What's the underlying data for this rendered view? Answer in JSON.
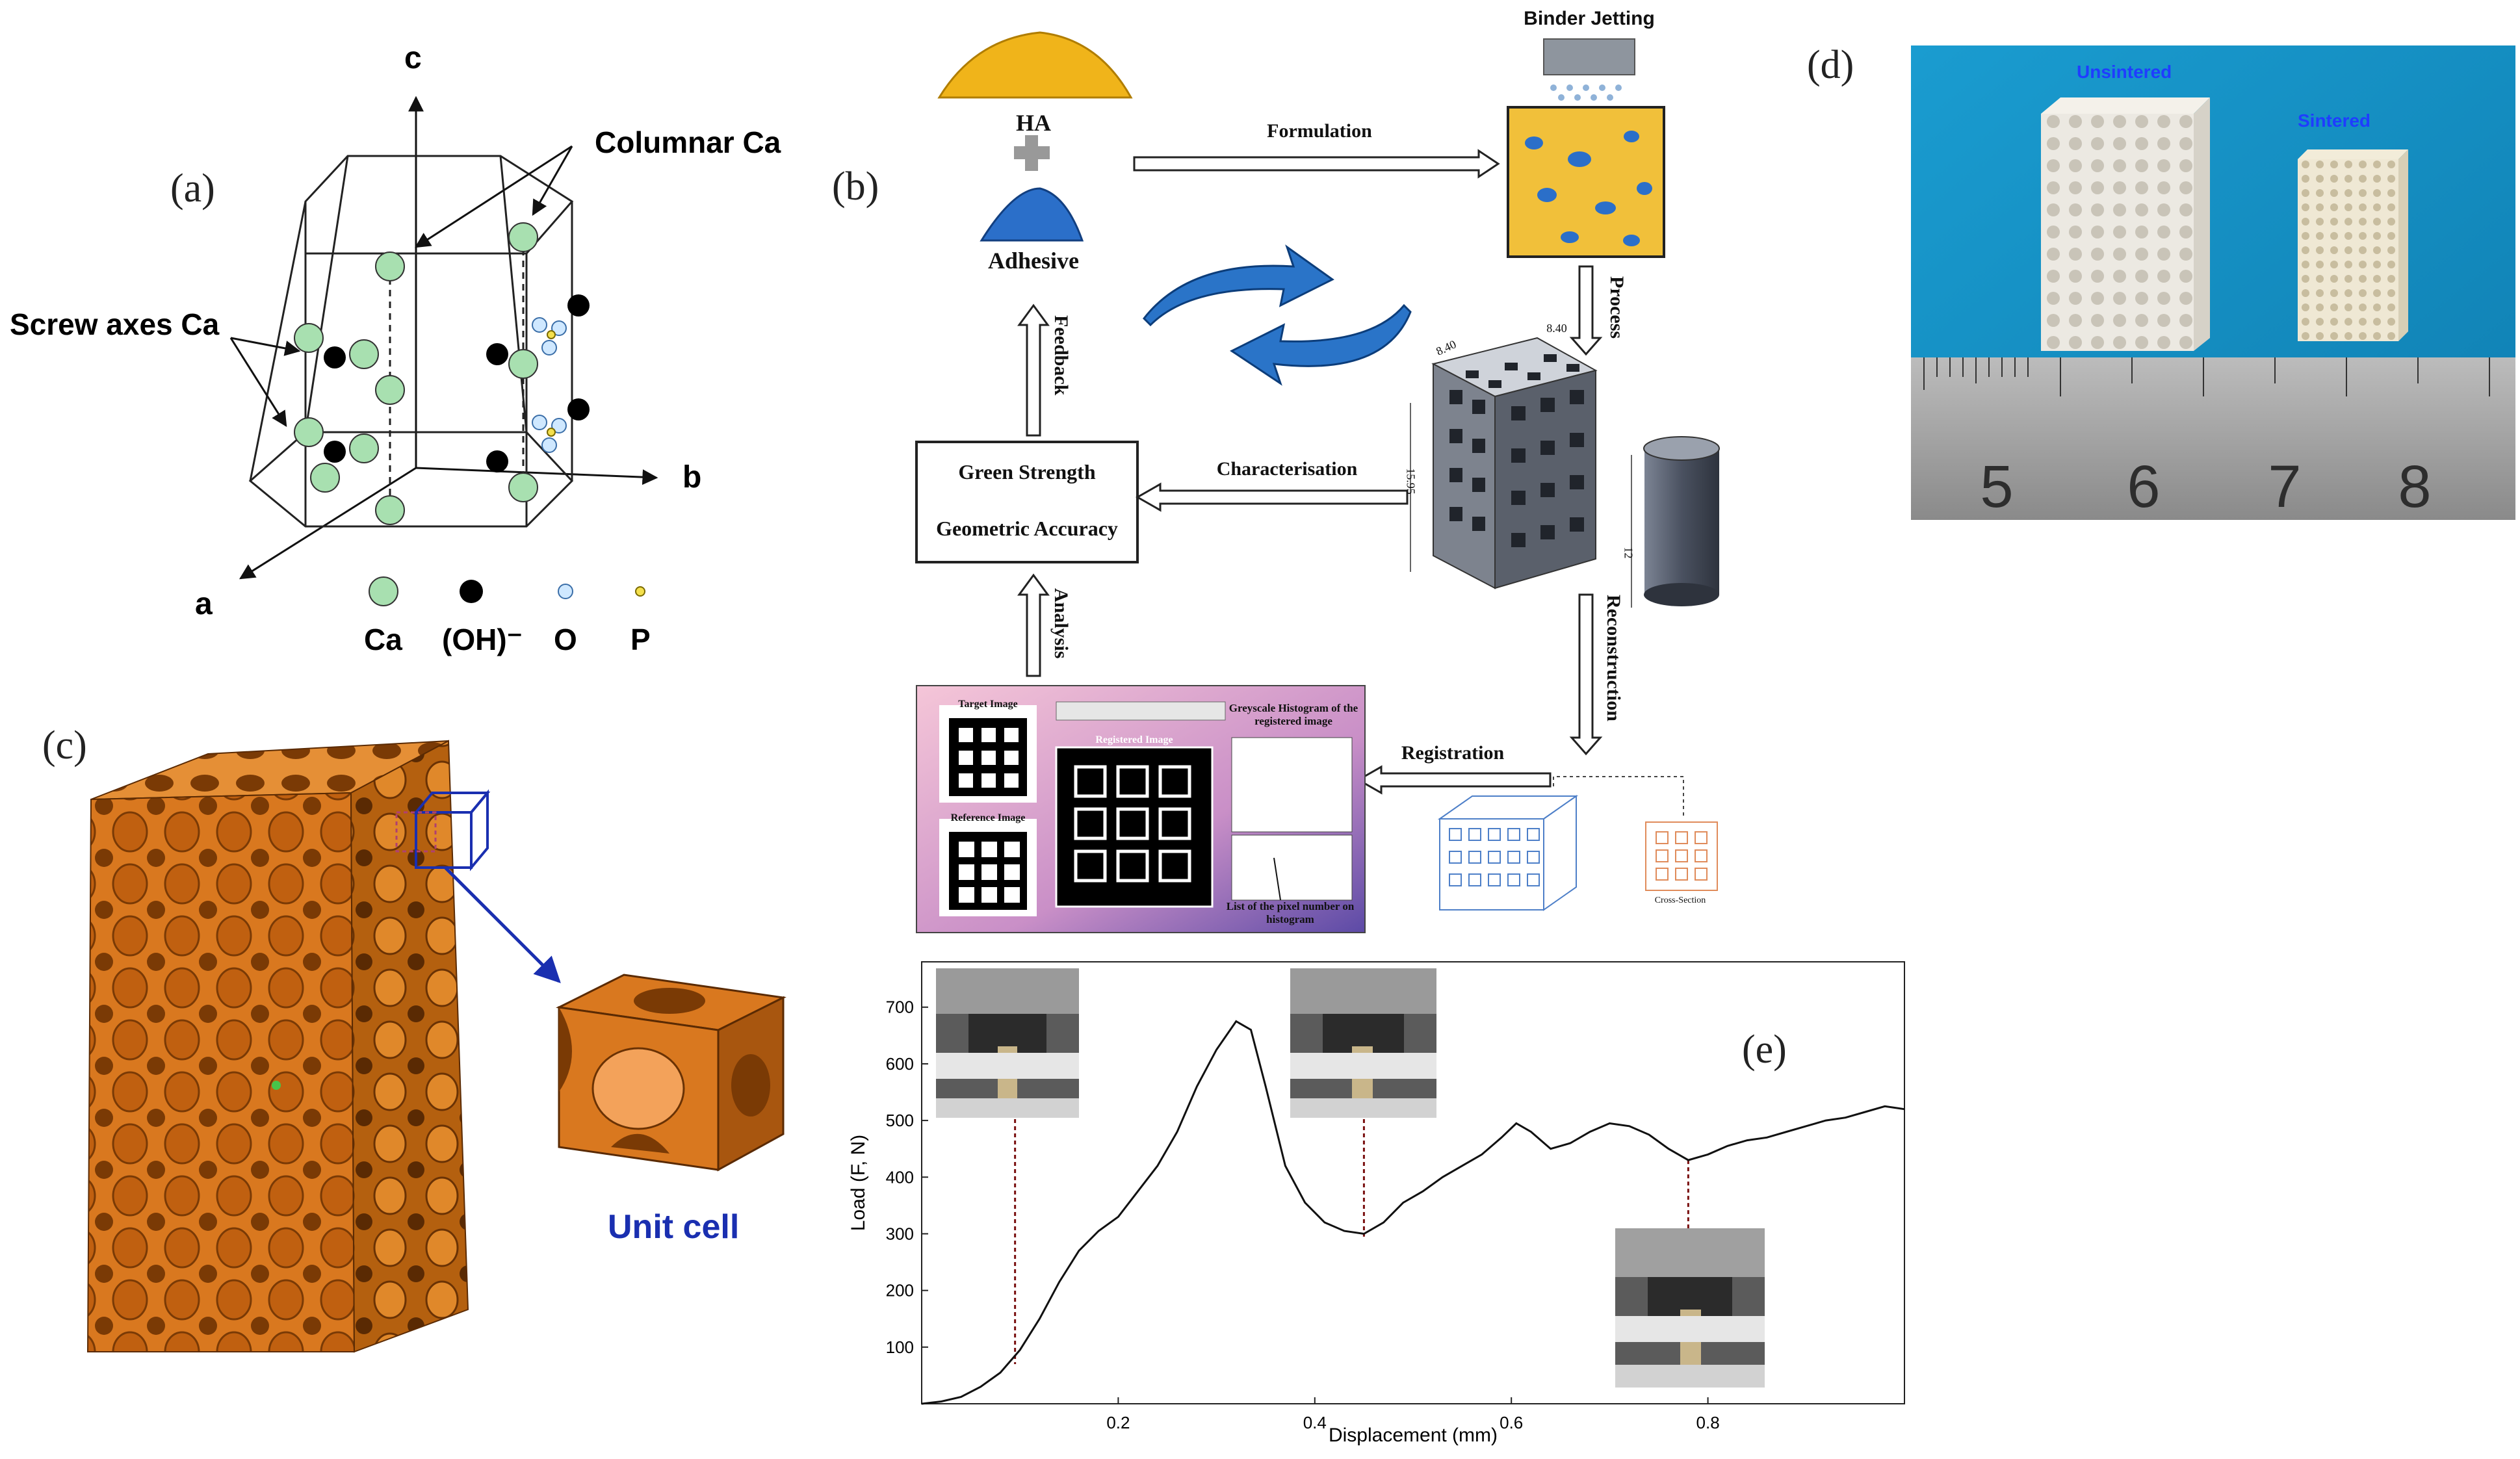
{
  "panels": {
    "a": {
      "label": "(a)",
      "axis_c": "c",
      "axis_b": "b",
      "axis_a": "a",
      "columnar": "Columnar Ca",
      "screw": "Screw axes Ca",
      "legend": [
        {
          "name": "Ca",
          "color": "#a8e0b0"
        },
        {
          "name": "(OH)⁻",
          "color": "#000000"
        },
        {
          "name": "O",
          "color": "#cfe8ff"
        },
        {
          "name": "P",
          "color": "#f4e04d"
        }
      ]
    },
    "b": {
      "label": "(b)",
      "ha": "HA",
      "adhesive": "Adhesive",
      "binder_jetting": "Binder Jetting",
      "formulation": "Formulation",
      "process": "Process",
      "feedback": "Feedback",
      "characterisation": "Characterisation",
      "green_strength": "Green Strength",
      "geometric_accuracy": "Geometric Accuracy",
      "analysis": "Analysis",
      "reconstruction": "Reconstruction",
      "registration": "Registration",
      "target_image": "Target Image",
      "reference_image": "Reference Image",
      "registered_image": "Registered Image",
      "greyscale_histogram": "Greyscale Histogram of the registered image",
      "pixel_list": "List of the pixel number on histogram",
      "cross_section": "Cross-Section",
      "dim_top1": "8.40",
      "dim_top2": "8.40",
      "dim_height": "15.95",
      "dim_cyl": "12"
    },
    "c": {
      "label": "(c)",
      "unit_cell": "Unit cell"
    },
    "d": {
      "label": "(d)",
      "unsintered": "Unsintered",
      "sintered": "Sintered",
      "ruler": [
        "5",
        "6",
        "7",
        "8"
      ]
    },
    "e": {
      "label": "(e)"
    }
  },
  "chart_data": {
    "type": "line",
    "xlabel": "Displacement (mm)",
    "ylabel": "Load (F, N)",
    "xlim": [
      0,
      1.0
    ],
    "ylim": [
      0,
      780
    ],
    "xticks": [
      0.2,
      0.4,
      0.6,
      0.8
    ],
    "yticks": [
      100,
      200,
      300,
      400,
      500,
      600,
      700
    ],
    "series": [
      {
        "x": [
          0,
          0.02,
          0.04,
          0.06,
          0.08,
          0.1,
          0.12,
          0.14,
          0.16,
          0.18,
          0.2,
          0.22,
          0.24,
          0.26,
          0.28,
          0.3,
          0.32,
          0.335,
          0.35,
          0.37,
          0.39,
          0.41,
          0.43,
          0.45,
          0.47,
          0.49,
          0.51,
          0.53,
          0.55,
          0.57,
          0.59,
          0.605,
          0.62,
          0.64,
          0.66,
          0.68,
          0.7,
          0.72,
          0.74,
          0.76,
          0.78,
          0.8,
          0.82,
          0.84,
          0.86,
          0.88,
          0.9,
          0.92,
          0.94,
          0.96,
          0.98,
          1.0
        ],
        "y": [
          0,
          4,
          12,
          30,
          55,
          95,
          150,
          215,
          270,
          305,
          330,
          375,
          420,
          480,
          560,
          625,
          675,
          660,
          560,
          420,
          355,
          320,
          305,
          300,
          320,
          355,
          375,
          400,
          420,
          440,
          470,
          495,
          480,
          450,
          460,
          480,
          495,
          490,
          475,
          450,
          430,
          440,
          455,
          465,
          470,
          480,
          490,
          500,
          505,
          515,
          525,
          520
        ]
      }
    ],
    "markers": [
      {
        "x": 0.095,
        "y": 70
      },
      {
        "x": 0.45,
        "y": 295
      },
      {
        "x": 0.78,
        "y": 430
      }
    ]
  }
}
